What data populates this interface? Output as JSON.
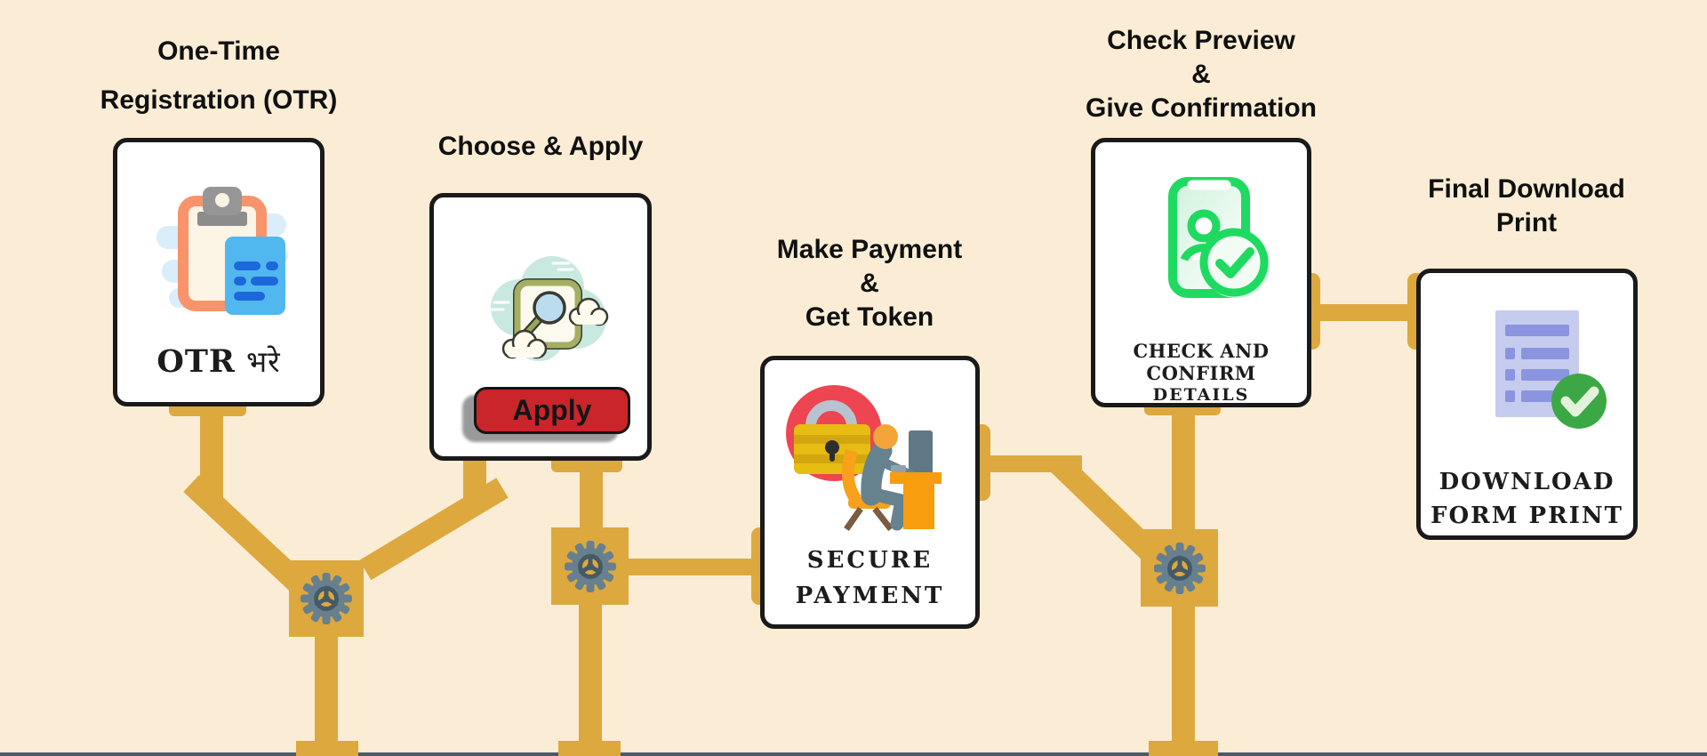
{
  "canvas": {
    "background_color": "#FBEDD5",
    "pipe_color": "#DDA83E",
    "gear_color": "#66808F",
    "strip_color": "#4D5A66",
    "card_border_color": "#1A1A1A",
    "apply_red": "#C9252B",
    "phone_green": "#1FDA60",
    "check_green": "#3BA845"
  },
  "steps": [
    {
      "title_lines": [
        "One-Time",
        "Registration (OTR)"
      ],
      "caption_parts": [
        "OTR",
        "भरे"
      ],
      "icon": "clipboard-icon"
    },
    {
      "title_lines": [
        "Choose & Apply"
      ],
      "button_label": "Apply",
      "icon": "search-cloud-icon"
    },
    {
      "title_lines": [
        "Make Payment",
        "&",
        "Get Token"
      ],
      "caption_lines": [
        "SECURE",
        "PAYMENT"
      ],
      "icon": "secure-payment-icon"
    },
    {
      "title_lines": [
        "Check Preview",
        "&",
        "Give Confirmation"
      ],
      "caption_lines": [
        "CHECK AND CONFIRM",
        "DETAILS"
      ],
      "icon": "phone-confirm-icon"
    },
    {
      "title_lines": [
        "Final Download",
        "Print"
      ],
      "caption_lines": [
        "DOWNLOAD",
        "FORM PRINT"
      ],
      "icon": "document-check-icon"
    }
  ]
}
